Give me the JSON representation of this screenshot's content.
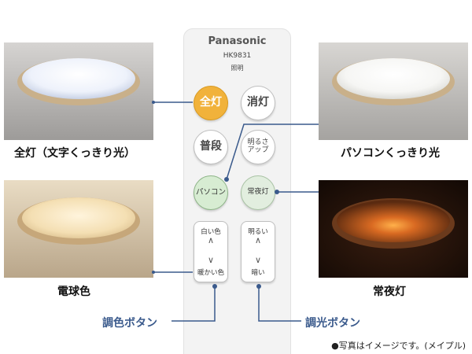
{
  "remote": {
    "brand": "Panasonic",
    "model": "HK9831",
    "subtitle": "照明",
    "buttons": {
      "zentou": "全灯",
      "shoutou": "消灯",
      "fudan": "普段",
      "akarusa": "明るさアップ",
      "pasokon": "パソコン",
      "jouyatou": "常夜灯"
    },
    "color_rocker": {
      "top": "白い色",
      "bottom": "暖かい色"
    },
    "dim_rocker": {
      "top": "明るい",
      "bottom": "暗い"
    }
  },
  "captions": {
    "top_left": "全灯（文字くっきり光）",
    "top_right": "パソコンくっきり光",
    "bottom_left": "電球色",
    "bottom_right": "常夜灯"
  },
  "button_captions": {
    "color": "調色ボタン",
    "dim": "調光ボタン"
  },
  "note": "●写真はイメージです。(メイプル)",
  "colors": {
    "accent_line": "#3a5a8c",
    "zentou_button": "#f1b23b",
    "pasokon_button": "#d7ecd2"
  }
}
